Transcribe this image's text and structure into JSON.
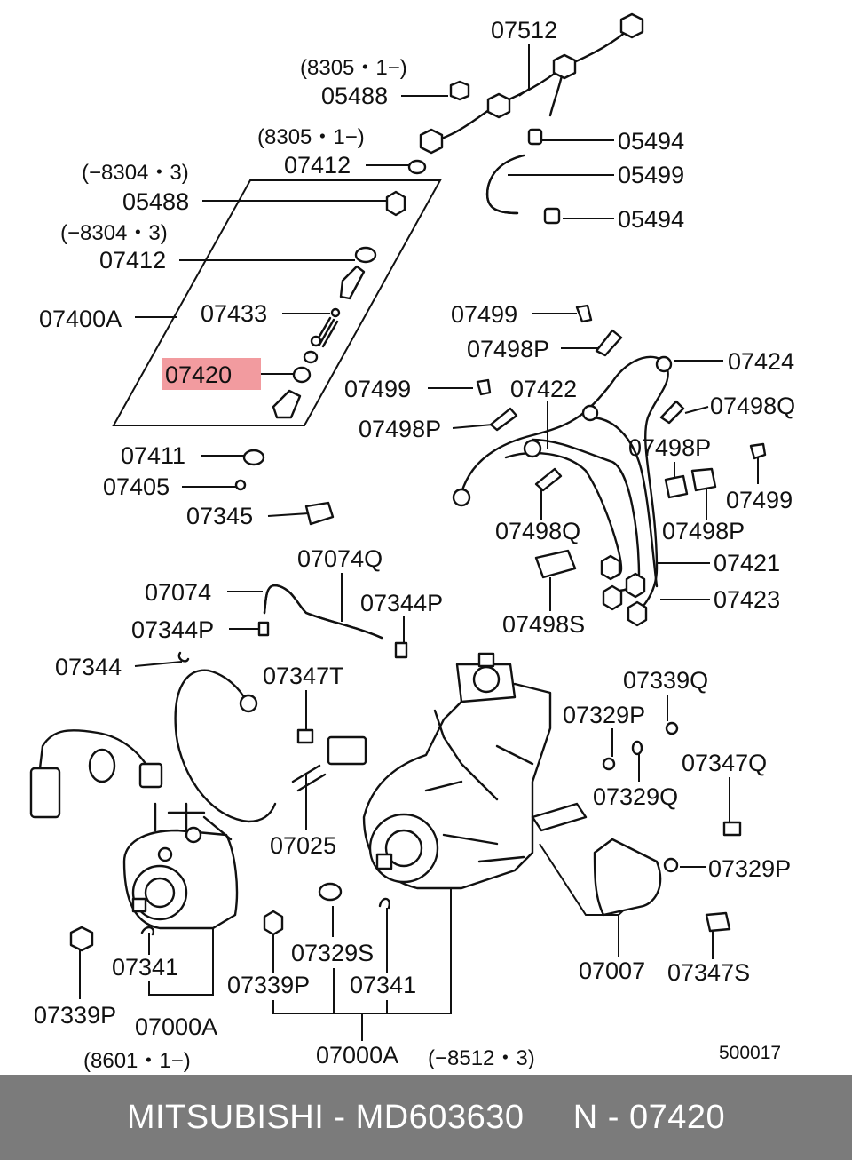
{
  "diagram": {
    "highlight_label": "07420",
    "labels": {
      "l07512": "07512",
      "n8305a": "(8305・1−)",
      "l05488a": "05488",
      "n8305b": "(8305・1−)",
      "l07412a": "07412",
      "n8304a": "(−8304・3)",
      "l05488b": "05488",
      "n8304b": "(−8304・3)",
      "l07412b": "07412",
      "l07433": "07433",
      "l07400A": "07400A",
      "l07420": "07420",
      "l07411": "07411",
      "l07405": "07405",
      "l07345": "07345",
      "l05494a": "05494",
      "l05499": "05499",
      "l05494b": "05494",
      "l07499a": "07499",
      "l07498Pa": "07498P",
      "l07424": "07424",
      "l07499b": "07499",
      "l07422": "07422",
      "l07498Qa": "07498Q",
      "l07498Pb": "07498P",
      "l07498Pc": "07498P",
      "l07499c": "07499",
      "l07498Qb": "07498Q",
      "l07498Pd": "07498P",
      "l07421": "07421",
      "l07423": "07423",
      "l07498S": "07498S",
      "l07074Q": "07074Q",
      "l07074": "07074",
      "l07344Pa": "07344P",
      "l07344Pb": "07344P",
      "l07344": "07344",
      "l07347T": "07347T",
      "l07025": "07025",
      "l07339Q": "07339Q",
      "l07329Pa": "07329P",
      "l07329Q": "07329Q",
      "l07347Q": "07347Q",
      "l07329Pb": "07329P",
      "l07007": "07007",
      "l07347S": "07347S",
      "l07329S": "07329S",
      "l07339Pa": "07339P",
      "l07341a": "07341",
      "l07341b": "07341",
      "l07339Pb": "07339P",
      "l07000Aa": "07000A",
      "l07000Ab": "07000A",
      "n8601": "(8601・1−)",
      "n8512": "(−8512・3)",
      "ref": "500017"
    }
  },
  "footer": {
    "text": "MITSUBISHI - MD603630     N - 07420"
  },
  "colors": {
    "highlight": "#f08a8e",
    "footer_bg": "#7b7b7b",
    "footer_text": "#ffffff",
    "line": "#111111"
  }
}
